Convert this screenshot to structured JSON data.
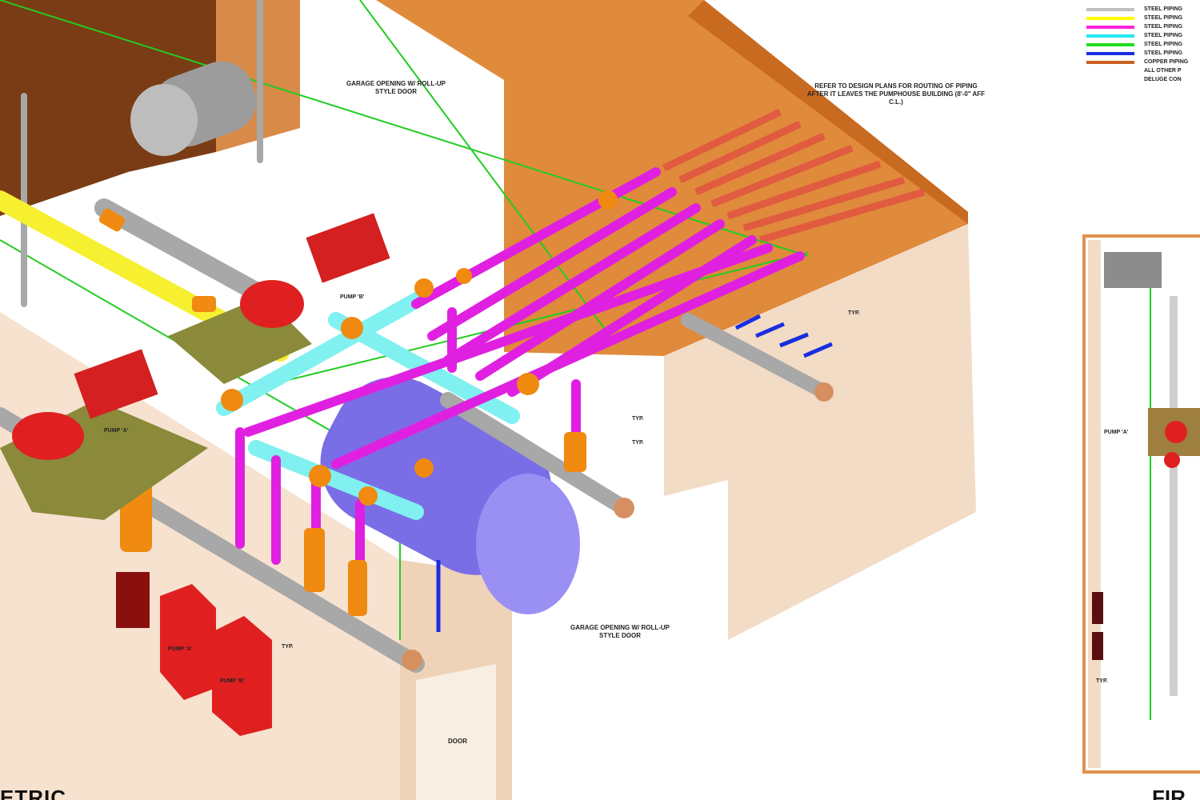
{
  "legend": {
    "items": [
      {
        "label": "STEEL PIPING",
        "color": "#c0c0c0"
      },
      {
        "label": "STEEL PIPING",
        "color": "#ffff00"
      },
      {
        "label": "STEEL PIPING",
        "color": "#ff22dd"
      },
      {
        "label": "STEEL PIPING",
        "color": "#22e6f0"
      },
      {
        "label": "STEEL PIPING",
        "color": "#22dd22"
      },
      {
        "label": "STEEL PIPING",
        "color": "#1a2ee0"
      },
      {
        "label": "COPPER PIPING",
        "color": "#c8601e"
      },
      {
        "label": "ALL OTHER P",
        "color": ""
      },
      {
        "label": "DELUGE CON",
        "color": ""
      }
    ]
  },
  "notes": {
    "garage_top": "GARAGE OPENING W/ ROLL-UP STYLE DOOR",
    "refer": "REFER TO DESIGN PLANS FOR ROUTING OF PIPING AFTER IT LEAVES THE PUMPHOUSE BUILDING (8'-0\" AFF C.L.)",
    "garage_bottom": "GARAGE OPENING W/ ROLL-UP STYLE DOOR",
    "door": "DOOR",
    "typ_1": "TYP.",
    "typ_2": "TYP.",
    "typ_3": "TYP.",
    "typ_4": "TYP.",
    "typ_5": "TYP.",
    "pump_a": "PUMP 'A'",
    "pump_b": "PUMP 'B'",
    "cabinet_a": "PUMP 'A'",
    "cabinet_b": "PUMP 'B'",
    "plan_pump_a": "PUMP 'A'",
    "title_left": "ETRIC",
    "title_right": "FIR"
  },
  "colors": {
    "wall_brown": "#7a3c14",
    "ceiling_orange": "#e08a3c",
    "wall_beige": "#f3dcc6",
    "magenta_pipe": "#e020e0",
    "cyan_pipe": "#80f0f0",
    "yellow_pipe": "#f6f030",
    "grey_pipe": "#a8a8a8",
    "orange_fitting": "#f08a10",
    "tank_purple": "#8a7ef0",
    "pump_red": "#e02020",
    "green_line": "#22cc22"
  }
}
